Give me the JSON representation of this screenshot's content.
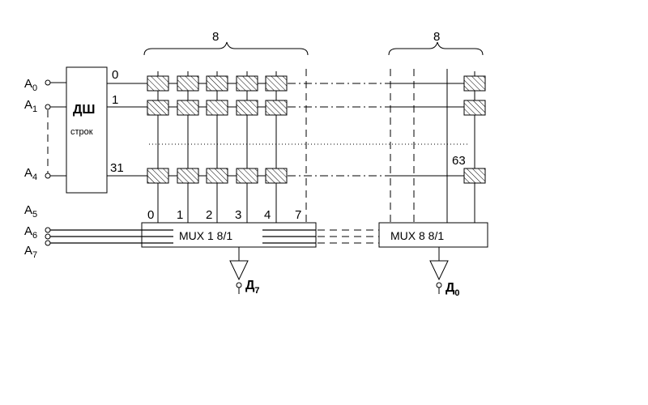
{
  "decoder": {
    "label": "ДШ",
    "sublabel": "строк",
    "outputs": [
      "0",
      "1",
      "31"
    ]
  },
  "address_inputs": [
    {
      "name": "A",
      "sub": "0"
    },
    {
      "name": "A",
      "sub": "1"
    },
    {
      "name": "A",
      "sub": "4"
    },
    {
      "name": "A",
      "sub": "5"
    },
    {
      "name": "A",
      "sub": "6"
    },
    {
      "name": "A",
      "sub": "7"
    }
  ],
  "groups": [
    {
      "count_label": "8",
      "mux_label": "MUX  1   8/1",
      "output": {
        "name": "Д",
        "sub": "7"
      },
      "column_labels": [
        "0",
        "1",
        "2",
        "3",
        "4",
        "7"
      ]
    },
    {
      "count_label": "8",
      "mux_label": "MUX  8    8/1",
      "output": {
        "name": "Д",
        "sub": "0"
      },
      "column_labels": []
    }
  ],
  "cell_index_label": "63"
}
